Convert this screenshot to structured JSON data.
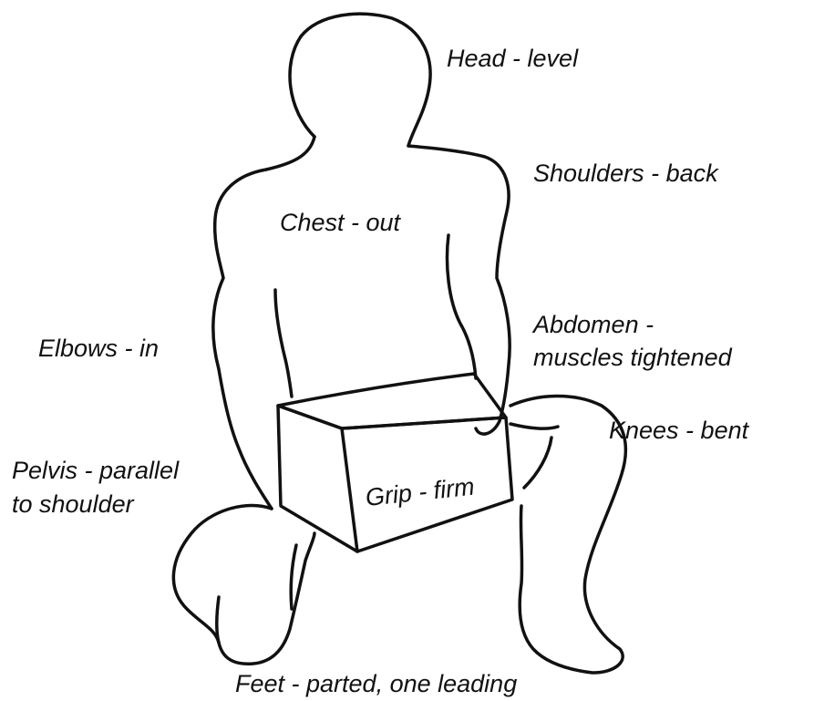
{
  "labels": {
    "head": "Head - level",
    "shoulders": "Shoulders - back",
    "chest": "Chest - out",
    "abdomen_line1": "Abdomen -",
    "abdomen_line2": "muscles tightened",
    "elbows": "Elbows - in",
    "knees": "Knees - bent",
    "pelvis_line1": "Pelvis - parallel",
    "pelvis_line2": "to shoulder",
    "grip": "Grip - firm",
    "feet": "Feet - parted, one leading"
  },
  "colors": {
    "outline": "#111111",
    "text": "#111111",
    "background": "#ffffff"
  }
}
